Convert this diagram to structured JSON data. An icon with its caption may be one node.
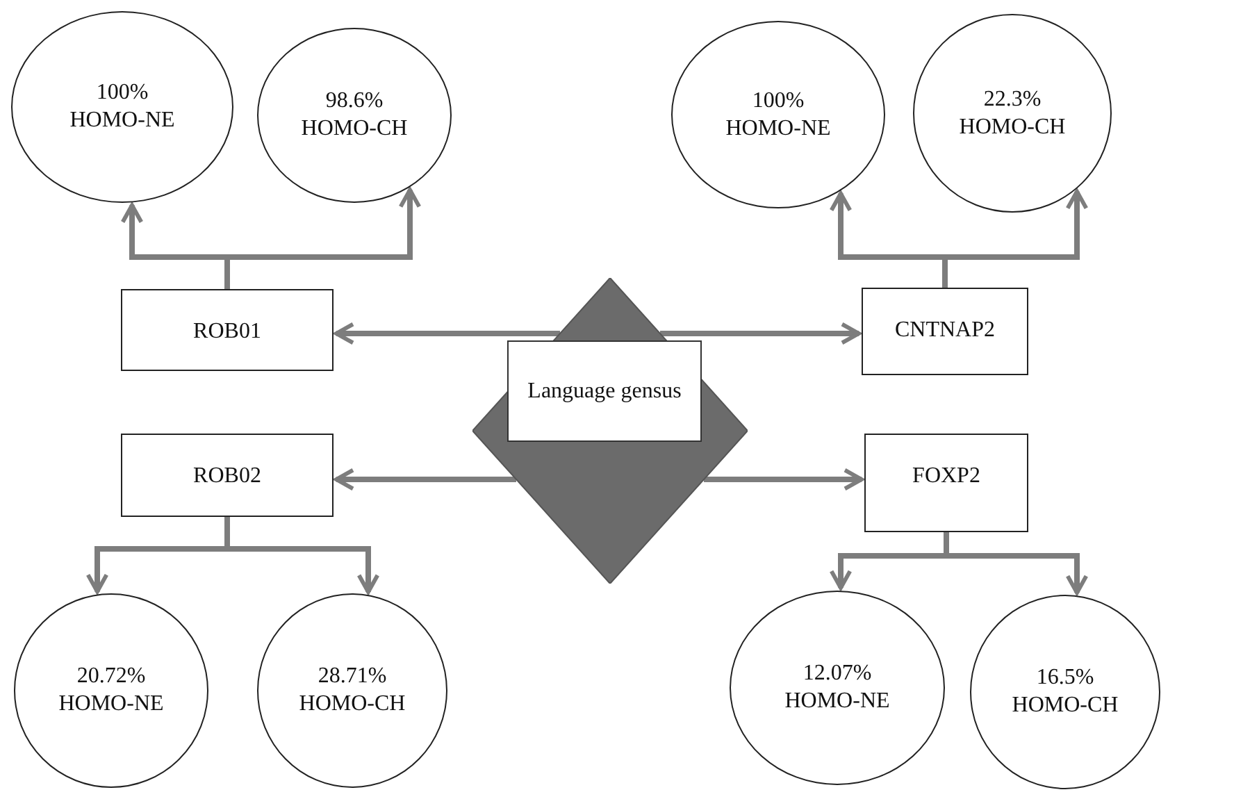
{
  "diagram": {
    "nodes": [
      {
        "text": [
          "100%",
          "HOMO-NE"
        ]
      },
      {
        "text": [
          "98.6%",
          "HOMO-CH"
        ]
      },
      {
        "text": [
          "100%",
          "HOMO-NE"
        ]
      },
      {
        "text": [
          "22.3%",
          "HOMO-CH"
        ]
      },
      {
        "text": [
          "ROB01"
        ]
      },
      {
        "text": [
          "CNTNAP2"
        ]
      },
      {
        "text": [
          "Language gensus"
        ]
      },
      {
        "text": [
          "ROB02"
        ]
      },
      {
        "text": [
          "FOXP2"
        ]
      },
      {
        "text": [
          "20.72%",
          "HOMO-NE"
        ]
      },
      {
        "text": [
          "28.71%",
          "HOMO-CH"
        ]
      },
      {
        "text": [
          "12.07%",
          "HOMO-NE"
        ]
      },
      {
        "text": [
          "16.5%",
          "HOMO-CH"
        ]
      }
    ],
    "edges": [
      {
        "from": 4,
        "to": 0,
        "arrow": "to"
      },
      {
        "from": 4,
        "to": 1,
        "arrow": "to"
      },
      {
        "from": 5,
        "to": 2,
        "arrow": "to"
      },
      {
        "from": 5,
        "to": 3,
        "arrow": "to"
      },
      {
        "from": 6,
        "to": 4,
        "arrow": "to"
      },
      {
        "from": 6,
        "to": 5,
        "arrow": "to"
      },
      {
        "from": 6,
        "to": 7,
        "arrow": "to"
      },
      {
        "from": 6,
        "to": 8,
        "arrow": "to"
      },
      {
        "from": 7,
        "to": 9,
        "arrow": "to"
      },
      {
        "from": 7,
        "to": 10,
        "arrow": "to"
      },
      {
        "from": 8,
        "to": 11,
        "arrow": "to"
      },
      {
        "from": 8,
        "to": 12,
        "arrow": "to"
      }
    ]
  }
}
